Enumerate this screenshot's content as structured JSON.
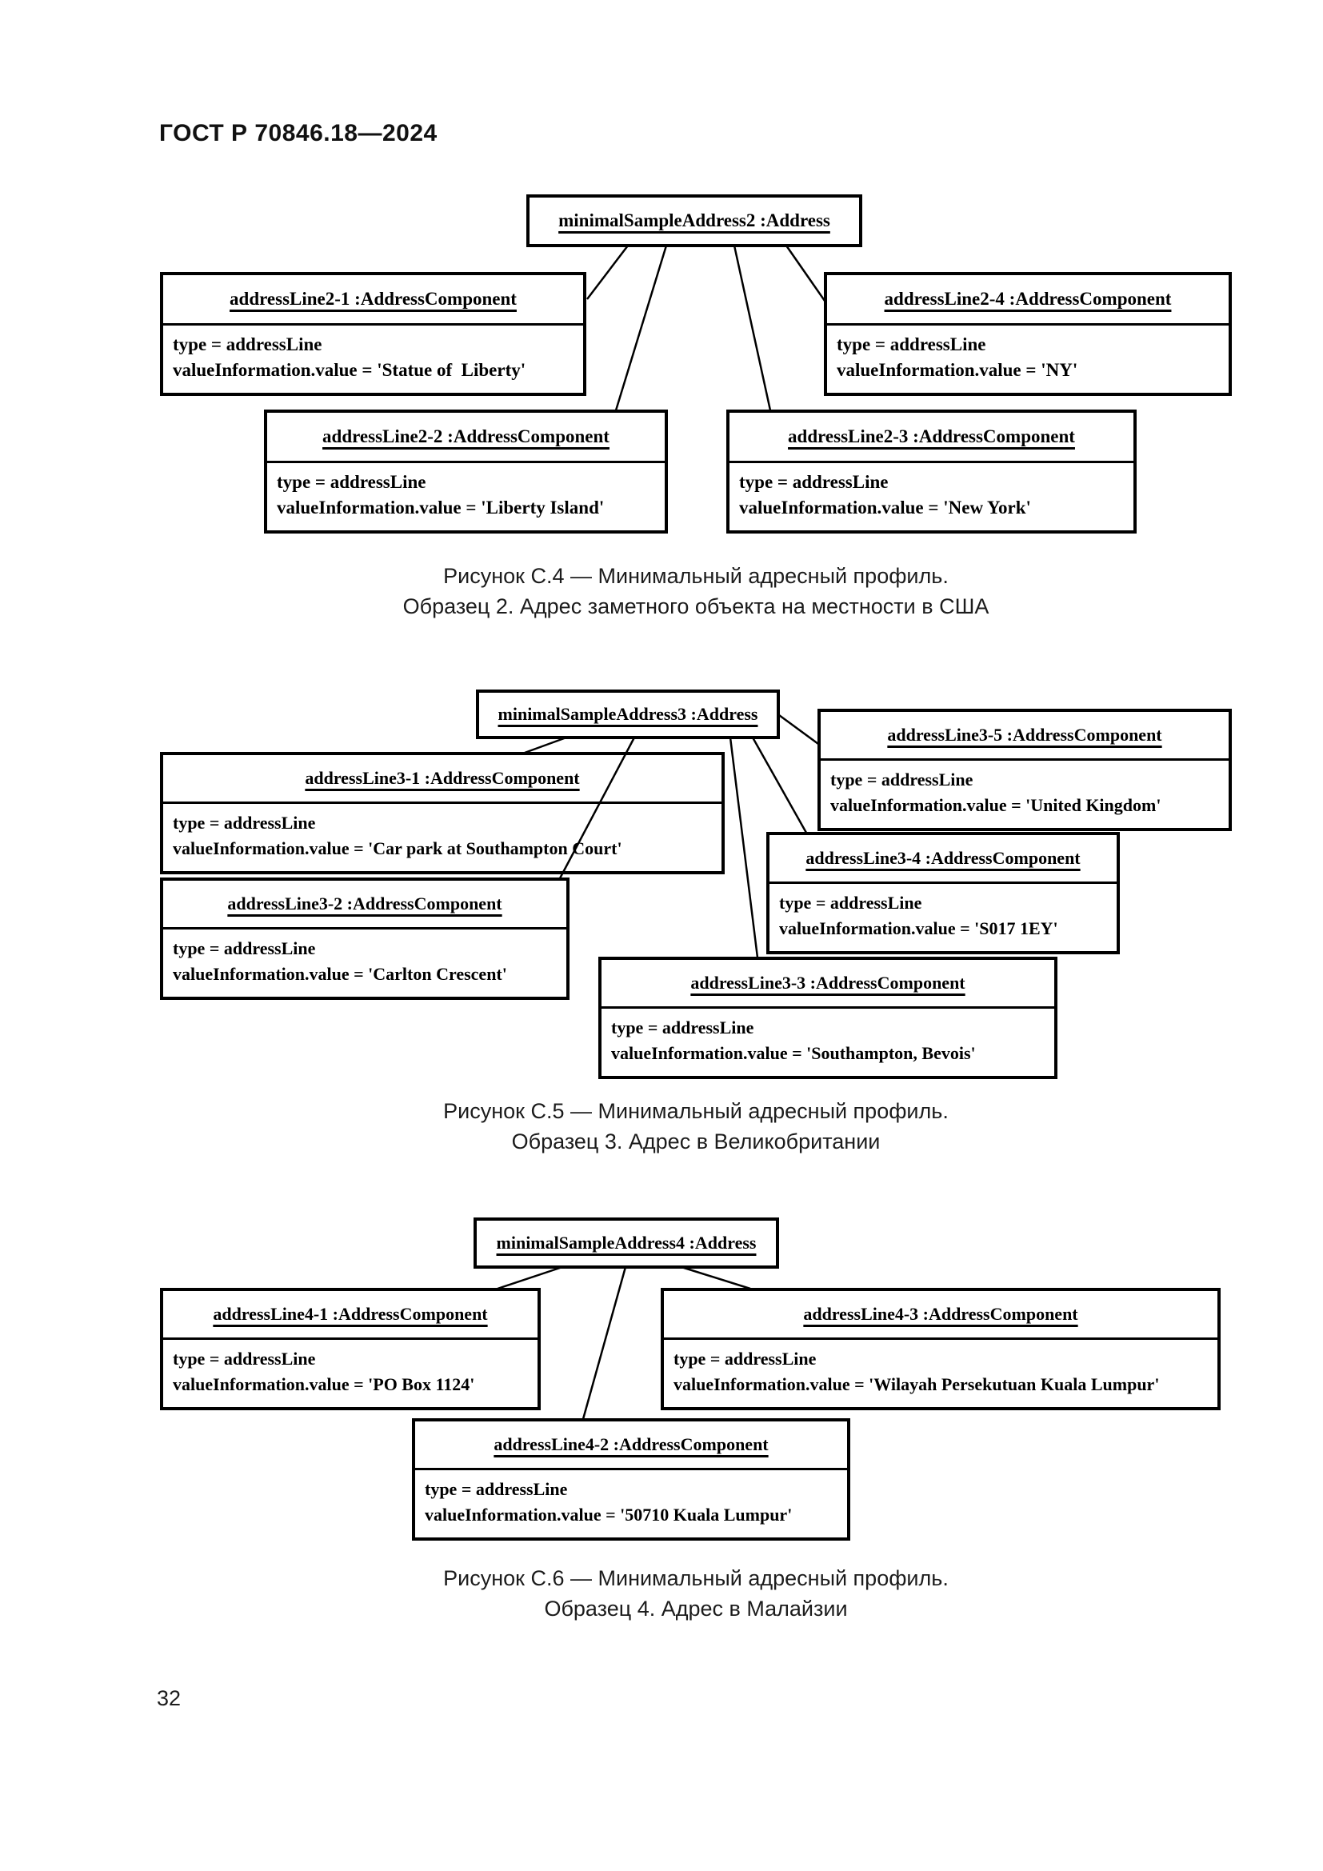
{
  "page": {
    "header": "ГОСТ Р 70846.18—2024",
    "page_number": "32"
  },
  "colors": {
    "ink": "#000000",
    "paper": "#ffffff",
    "caption_text": "#1c1c1c"
  },
  "diagrams": [
    {
      "root": {
        "title": "minimalSampleAddress2 :Address"
      },
      "boxes": [
        {
          "title": "addressLine2-1 :AddressComponent",
          "attr1": "type = addressLine",
          "attr2": "valueInformation.value = 'Statue of  Liberty'"
        },
        {
          "title": "addressLine2-2 :AddressComponent",
          "attr1": "type = addressLine",
          "attr2": "valueInformation.value = 'Liberty Island'"
        },
        {
          "title": "addressLine2-3 :AddressComponent",
          "attr1": "type = addressLine",
          "attr2": "valueInformation.value = 'New York'"
        },
        {
          "title": "addressLine2-4 :AddressComponent",
          "attr1": "type = addressLine",
          "attr2": "valueInformation.value = 'NY'"
        }
      ],
      "caption_line1": "Рисунок С.4 — Минимальный адресный профиль.",
      "caption_line2": "Образец 2. Адрес заметного объекта на местности в США"
    },
    {
      "root": {
        "title": "minimalSampleAddress3 :Address"
      },
      "boxes": [
        {
          "title": "addressLine3-1 :AddressComponent",
          "attr1": "type = addressLine",
          "attr2": "valueInformation.value = 'Car park at Southampton Court'"
        },
        {
          "title": "addressLine3-2 :AddressComponent",
          "attr1": "type = addressLine",
          "attr2": "valueInformation.value = 'Carlton Crescent'"
        },
        {
          "title": "addressLine3-3 :AddressComponent",
          "attr1": "type = addressLine",
          "attr2": "valueInformation.value = 'Southampton, Bevois'"
        },
        {
          "title": "addressLine3-4 :AddressComponent",
          "attr1": "type = addressLine",
          "attr2": "valueInformation.value = 'S017 1EY'"
        },
        {
          "title": "addressLine3-5 :AddressComponent",
          "attr1": "type = addressLine",
          "attr2": "valueInformation.value = 'United Kingdom'"
        }
      ],
      "caption_line1": "Рисунок С.5 — Минимальный адресный профиль.",
      "caption_line2": "Образец 3. Адрес в Великобритании"
    },
    {
      "root": {
        "title": "minimalSampleAddress4 :Address"
      },
      "boxes": [
        {
          "title": "addressLine4-1 :AddressComponent",
          "attr1": "type = addressLine",
          "attr2": "valueInformation.value = 'PO Box 1124'"
        },
        {
          "title": "addressLine4-2 :AddressComponent",
          "attr1": "type = addressLine",
          "attr2": "valueInformation.value = '50710 Kuala Lumpur'"
        },
        {
          "title": "addressLine4-3 :AddressComponent",
          "attr1": "type = addressLine",
          "attr2": "valueInformation.value = 'Wilayah Persekutuan Kuala Lumpur'"
        }
      ],
      "caption_line1": "Рисунок С.6 — Минимальный адресный профиль.",
      "caption_line2": "Образец 4. Адрес в Малайзии"
    }
  ]
}
